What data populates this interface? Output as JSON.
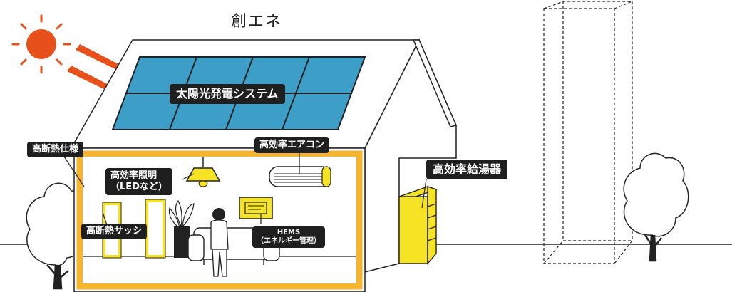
{
  "title": "創エネ",
  "labels": {
    "solar": "太陽光発電システム",
    "insulation": "高断熱仕様",
    "lighting_line1": "高効率照明",
    "lighting_line2": "（LEDなど）",
    "sash": "高断熱サッシ",
    "aircon": "高効率エアコン",
    "hems_line1": "HEMS",
    "hems_line2": "（エネルギー管理）",
    "water_heater": "高効率給湯器"
  },
  "colors": {
    "sun": "#e8501b",
    "arrow": "#e8501b",
    "panel": "#3d9fc7",
    "frame": "#f5b52e",
    "accent_yellow": "#f6e324",
    "label_bg": "#1f1f1f",
    "line": "#222222"
  },
  "icons": [
    "sun-icon",
    "tree-icon",
    "sofa-icon",
    "plant-icon",
    "lamp-icon",
    "aircon-icon",
    "hems-monitor-icon",
    "water-heater-icon",
    "building-outline-icon"
  ]
}
